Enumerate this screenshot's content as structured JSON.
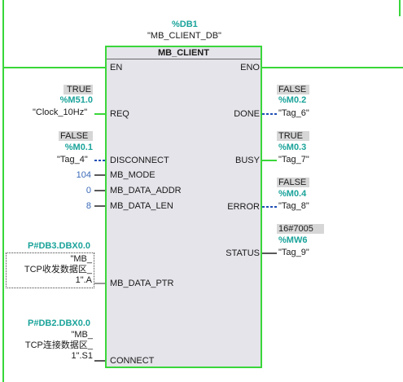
{
  "instance": {
    "db_address": "%DB1",
    "db_name": "\"MB_CLIENT_DB\""
  },
  "block": {
    "title": "MB_CLIENT",
    "inputs": [
      "EN",
      "REQ",
      "DISCONNECT",
      "MB_MODE",
      "MB_DATA_ADDR",
      "MB_DATA_LEN",
      "MB_DATA_PTR",
      "CONNECT"
    ],
    "outputs": [
      "ENO",
      "DONE",
      "BUSY",
      "ERROR",
      "STATUS"
    ]
  },
  "req": {
    "value": "TRUE",
    "address": "%M51.0",
    "tag": "\"Clock_10Hz\""
  },
  "disconnect": {
    "value": "FALSE",
    "address": "%M0.1",
    "tag": "\"Tag_4\""
  },
  "mb_mode": {
    "value": "104"
  },
  "mb_data_addr": {
    "value": "0"
  },
  "mb_data_len": {
    "value": "8"
  },
  "mb_data_ptr": {
    "address": "P#DB3.DBX0.0",
    "line1": "\"MB_",
    "line2": "TCP收发数据区_",
    "line3": "1\".A"
  },
  "connect": {
    "address": "P#DB2.DBX0.0",
    "line1": "\"MB_",
    "line2": "TCP连接数据区_",
    "line3": "1\".S1"
  },
  "done": {
    "value": "FALSE",
    "address": "%M0.2",
    "tag": "\"Tag_6\""
  },
  "busy": {
    "value": "TRUE",
    "address": "%M0.3",
    "tag": "\"Tag_7\""
  },
  "error": {
    "value": "FALSE",
    "address": "%M0.4",
    "tag": "\"Tag_8\""
  },
  "status": {
    "value": "16#7005",
    "address": "%MW6",
    "tag": "\"Tag_9\""
  },
  "colors": {
    "powerflow": "#3ad63a",
    "address": "#1aa39a",
    "constant": "#3a6ab8",
    "wire_false": "#1f4fb5"
  }
}
